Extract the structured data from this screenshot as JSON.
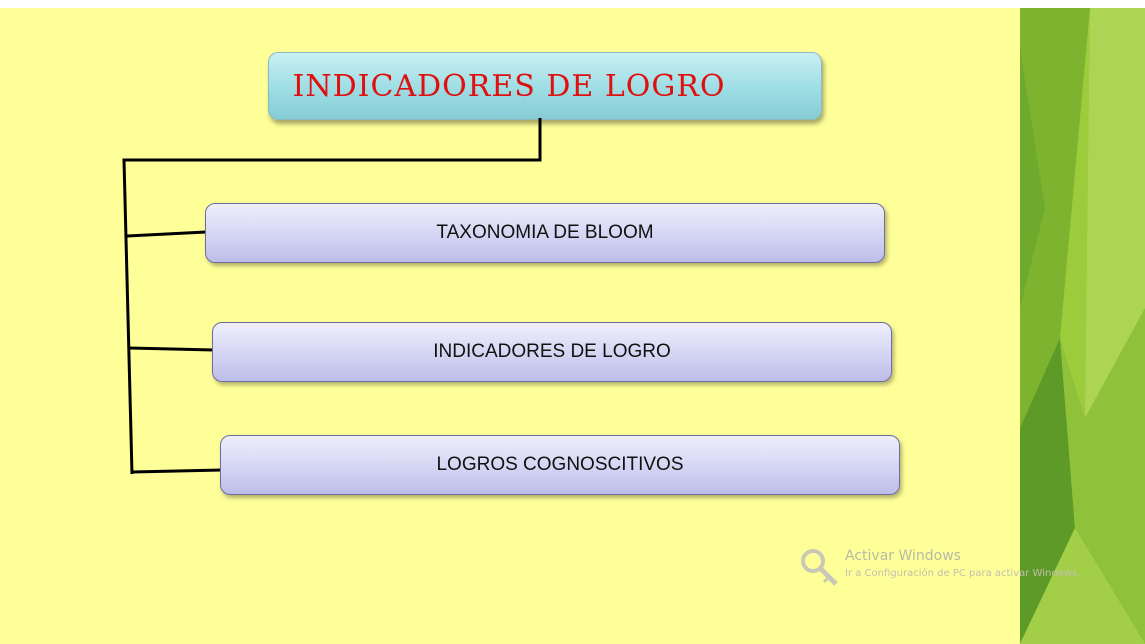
{
  "diagram": {
    "title": "INDICADORES DE LOGRO",
    "nodes": [
      {
        "label": "TAXONOMIA DE BLOOM"
      },
      {
        "label": "INDICADORES DE LOGRO"
      },
      {
        "label": "LOGROS COGNOSCITIVOS"
      }
    ]
  },
  "watermark": {
    "title": "Activar Windows",
    "subtitle": "Ir a Configuración de PC para activar Windows."
  },
  "colors": {
    "background": "#ffff99",
    "title_text": "#e01010",
    "title_box": "#9ddde4",
    "node_box": "#d4d4f3",
    "accent_green": "#8cc63f"
  }
}
